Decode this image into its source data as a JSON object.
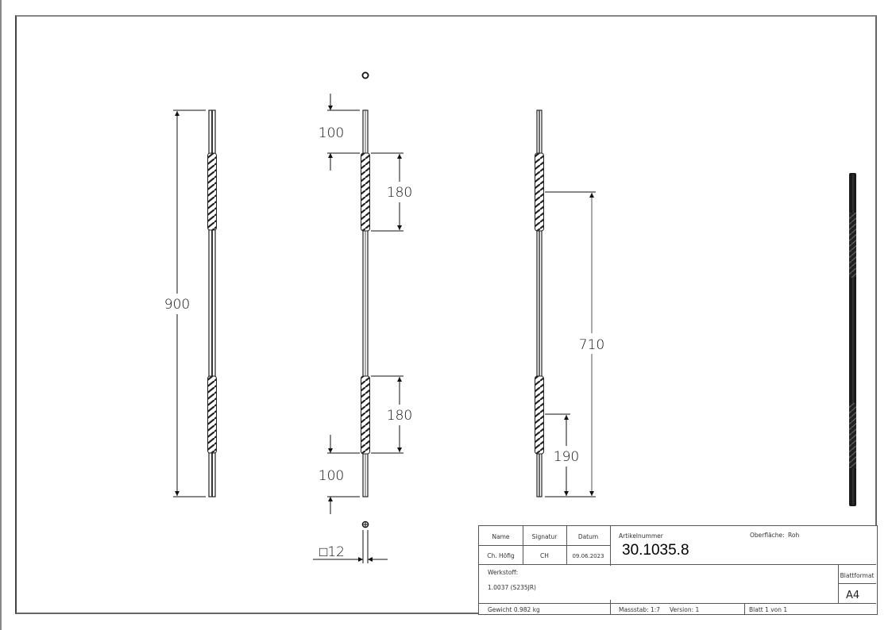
{
  "drawing": {
    "views": {
      "front_view": {
        "dimensions": {
          "overall_length": "900"
        }
      },
      "side_view": {
        "dimensions": {
          "top_offset": "100",
          "upper_twist_length": "180",
          "lower_twist_length": "180",
          "bottom_offset": "100"
        },
        "section_symbol": "□12"
      },
      "right_view": {
        "dimensions": {
          "twist_spacing": "710",
          "lower_twist_position": "190"
        }
      },
      "isometric_view": {}
    }
  },
  "title_block": {
    "name_header": "Name",
    "signature_header": "Signatur",
    "date_header": "Datum",
    "name_value": "Ch. Höfig",
    "signature_value": "CH",
    "date_value": "09.06.2023",
    "article_label": "Artikelnummer",
    "article_number": "30.1035.8",
    "surface_label": "Oberfläche:",
    "surface_value": "Roh",
    "material_label": "Werkstoff:",
    "material_value": "1.0037 (S235JR)",
    "sheet_format_label": "Blattformat",
    "sheet_format_value": "A4",
    "weight": "Gewicht 0.982 kg",
    "scale": "Massstab: 1:7",
    "version": "Version: 1",
    "sheet": "Blatt 1 von 1"
  }
}
